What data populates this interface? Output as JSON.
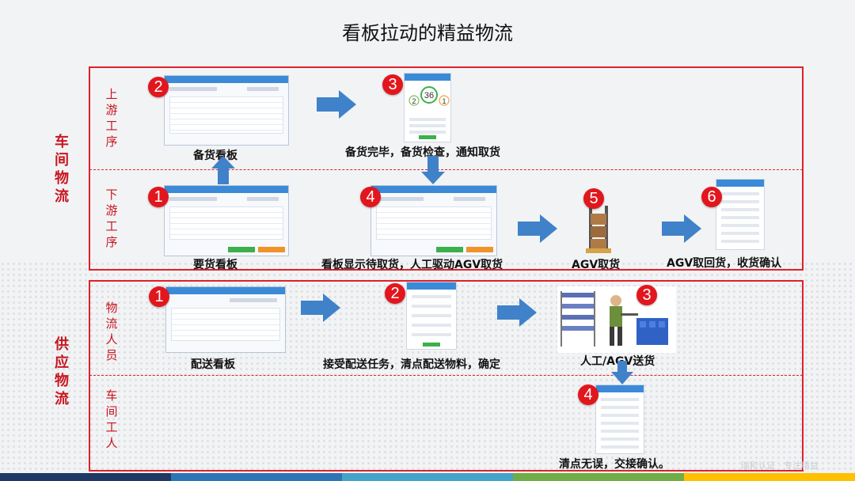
{
  "title": "看板拉动的精益物流",
  "sections": [
    {
      "label": "车间物流"
    },
    {
      "label": "供应物流"
    }
  ],
  "row_labels": [
    "上游工序",
    "下游工序",
    "物流人员",
    "车间工人"
  ],
  "workshop": {
    "upstream": [
      {
        "badge": "2",
        "caption": "备货看板"
      },
      {
        "badge": "3",
        "caption": "备货完毕，备货检查，通知取货",
        "counts": [
          "2",
          "36",
          "1"
        ]
      }
    ],
    "downstream": [
      {
        "badge": "1",
        "caption": "要货看板"
      },
      {
        "badge": "4",
        "caption": "看板显示待取货，人工驱动AGV取货"
      },
      {
        "badge": "5",
        "caption": "AGV取货"
      },
      {
        "badge": "6",
        "caption": "AGV取回货，收货确认"
      }
    ]
  },
  "supply": {
    "steps": [
      {
        "badge": "1",
        "caption": "配送看板"
      },
      {
        "badge": "2",
        "caption": "接受配送任务，清点配送物料，确定"
      },
      {
        "badge": "3",
        "caption": "人工/AGV送货"
      },
      {
        "badge": "4",
        "caption": "清点无误，交接确认。"
      }
    ]
  },
  "colors": {
    "frame": "#e0202a",
    "badge": "#e2161d",
    "arrow": "#3f82c9",
    "label": "#c8151e",
    "bottom_bar": [
      "#1f3864",
      "#2e75b6",
      "#41a4c8",
      "#70ad47",
      "#ffc000"
    ]
  },
  "watermark": "瑞和认证 · 专注精益"
}
